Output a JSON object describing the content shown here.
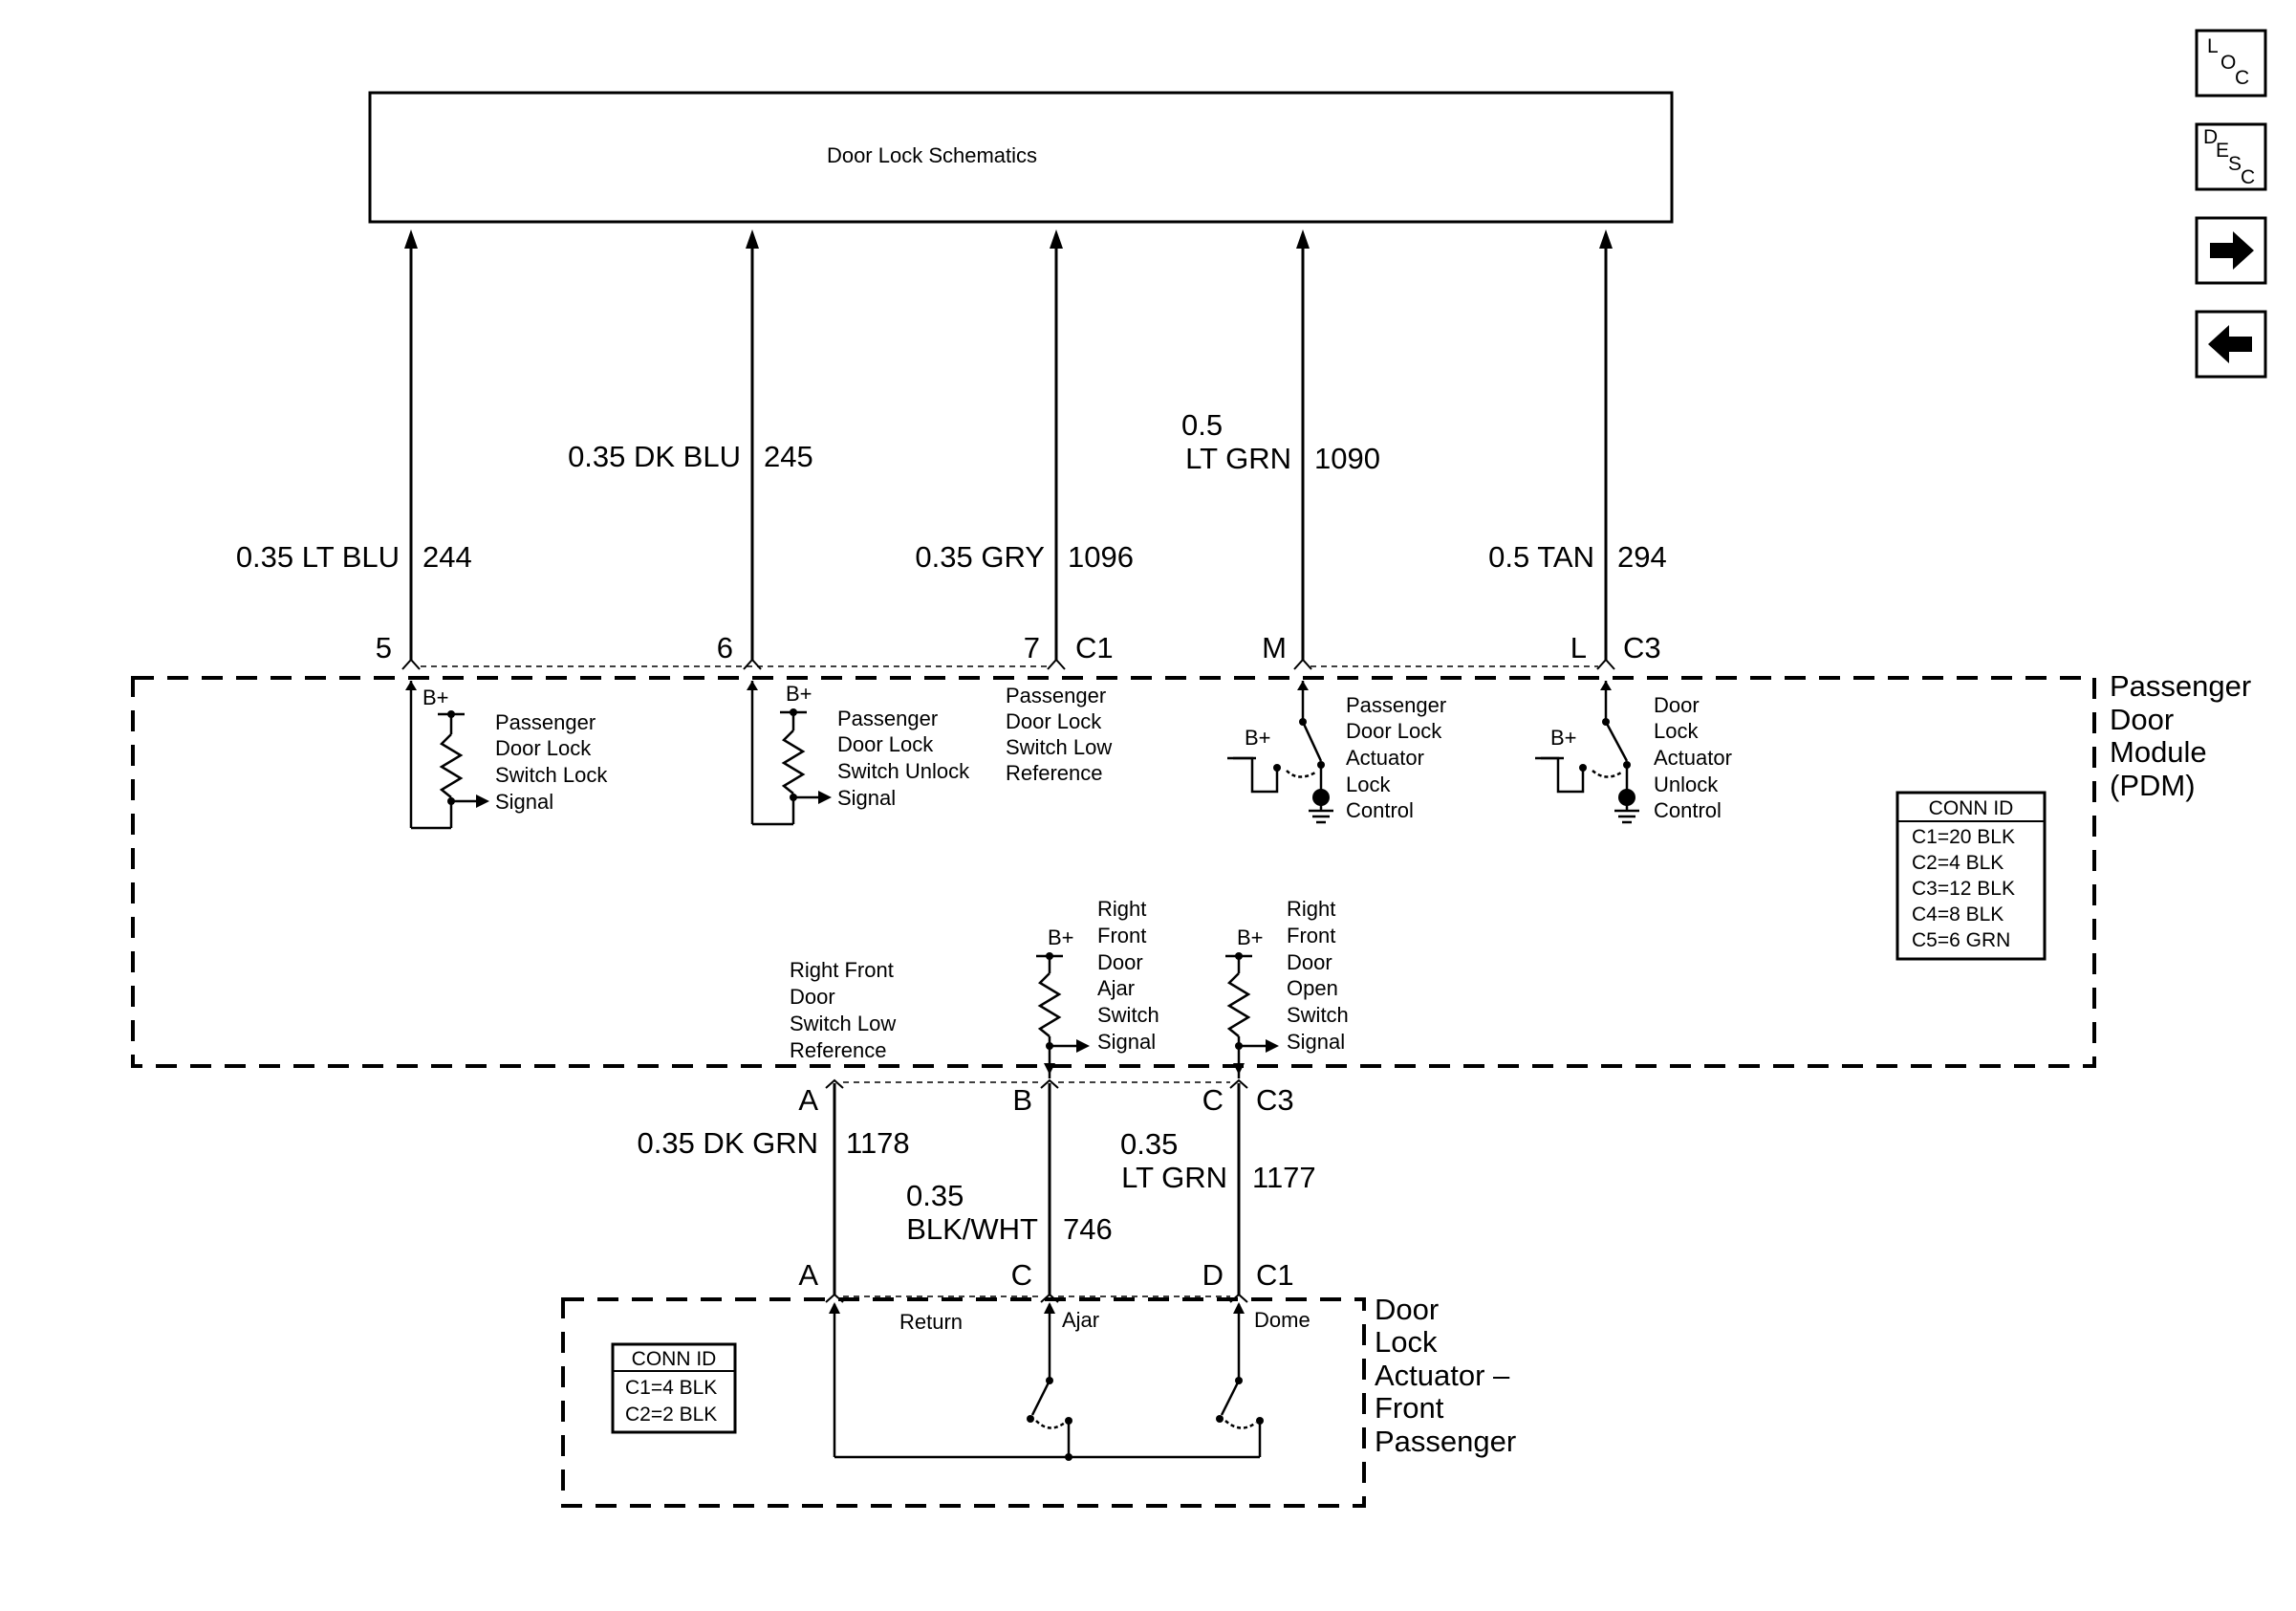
{
  "title": "Door Lock Schematics",
  "nav": {
    "loc": [
      "L",
      "O",
      "C"
    ],
    "desc": [
      "D",
      "E",
      "S",
      "C"
    ]
  },
  "upper_wires": [
    {
      "gauge": "0.35 LT BLU",
      "circuit": "244",
      "pin": "5"
    },
    {
      "gauge": "0.35 DK BLU",
      "circuit": "245",
      "pin": "6"
    },
    {
      "gauge": "0.35 GRY",
      "circuit": "1096",
      "pin": "7",
      "connector": "C1"
    },
    {
      "gauge": [
        "0.5",
        "LT GRN"
      ],
      "circuit": "1090",
      "pin": "M"
    },
    {
      "gauge": "0.5 TAN",
      "circuit": "294",
      "pin": "L",
      "connector": "C3"
    }
  ],
  "pdm": {
    "name": [
      "Passenger",
      "Door",
      "Module",
      "(PDM)"
    ],
    "bplus": "B+",
    "labels": {
      "lock_signal": [
        "Passenger",
        "Door Lock",
        "Switch Lock",
        "Signal"
      ],
      "unlock_signal": [
        "Passenger",
        "Door Lock",
        "Switch Unlock",
        "Signal"
      ],
      "low_reference": [
        "Passenger",
        "Door Lock",
        "Switch Low",
        "Reference"
      ],
      "lock_control": [
        "Passenger",
        "Door Lock",
        "Actuator",
        "Lock",
        "Control"
      ],
      "unlock_control": [
        "Door",
        "Lock",
        "Actuator",
        "Unlock",
        "Control"
      ],
      "rf_low_ref": [
        "Right Front",
        "Door",
        "Switch Low",
        "Reference"
      ],
      "ajar_signal": [
        "Right",
        "Front",
        "Door",
        "Ajar",
        "Switch",
        "Signal"
      ],
      "open_signal": [
        "Right",
        "Front",
        "Door",
        "Open",
        "Switch",
        "Signal"
      ]
    },
    "conn_id": {
      "header": "CONN ID",
      "rows": [
        "C1=20 BLK",
        "C2=4 BLK",
        "C3=12 BLK",
        "C4=8 BLK",
        "C5=6 GRN"
      ]
    }
  },
  "lower_wires": [
    {
      "gauge": "0.35 DK GRN",
      "circuit": "1178",
      "top_pin": "A",
      "bottom_pin": "A"
    },
    {
      "gauge": [
        "0.35",
        "BLK/WHT"
      ],
      "circuit": "746",
      "top_pin": "B",
      "bottom_pin": "C"
    },
    {
      "gauge": [
        "0.35",
        "LT GRN"
      ],
      "circuit": "1177",
      "top_pin": "C",
      "bottom_pin": "D",
      "top_connector": "C3",
      "bottom_connector": "C1"
    }
  ],
  "actuator": {
    "name": [
      "Door",
      "Lock",
      "Actuator –",
      "Front",
      "Passenger"
    ],
    "labels": [
      "Return",
      "Ajar",
      "Dome"
    ],
    "conn_id": {
      "header": "CONN ID",
      "rows": [
        "C1=4 BLK",
        "C2=2 BLK"
      ]
    }
  }
}
